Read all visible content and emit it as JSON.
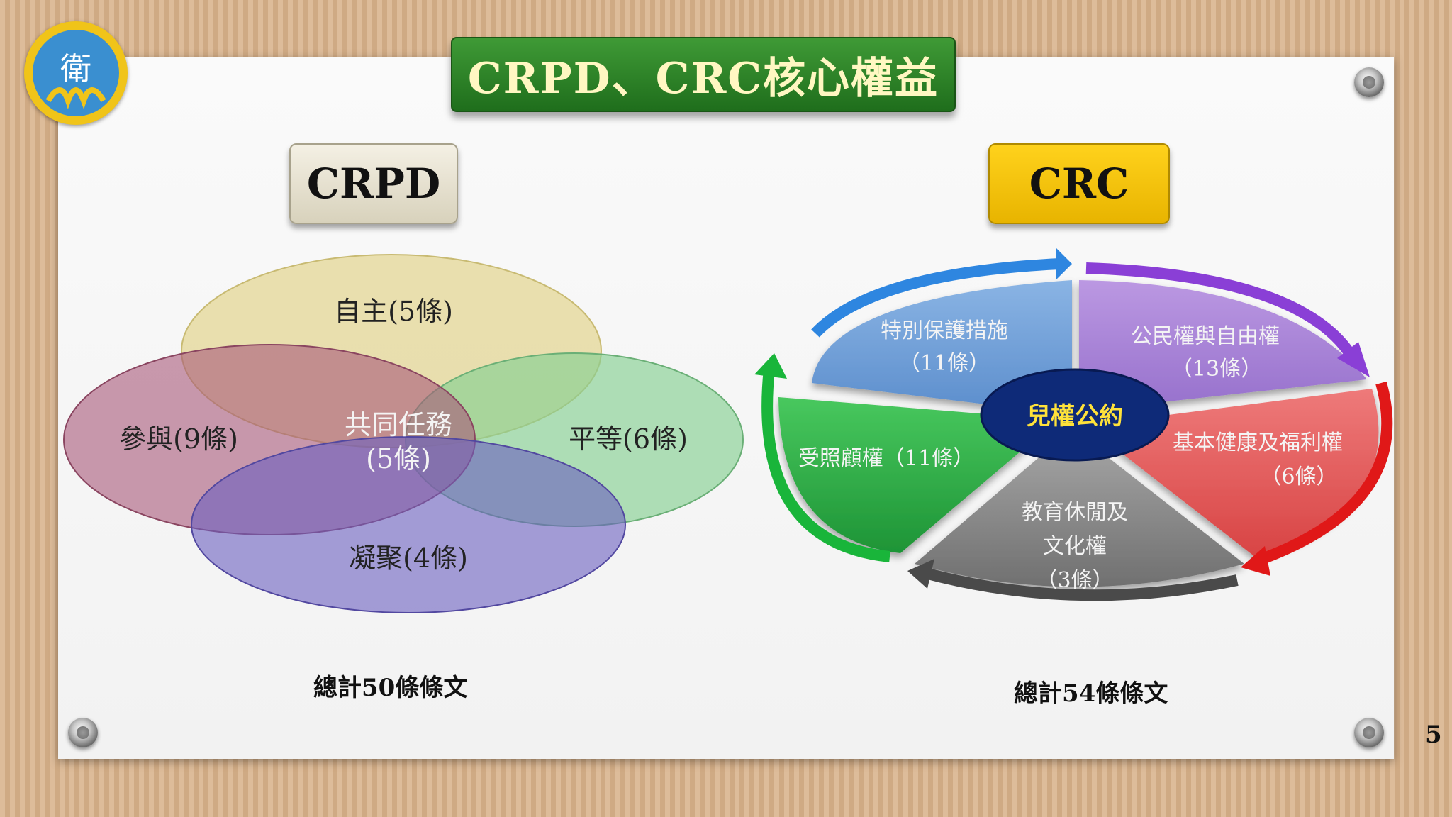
{
  "title": "CRPD、CRC核心權益",
  "crpd": {
    "label": "CRPD",
    "circles": [
      {
        "label": "自主(5條)",
        "color": "#e6d99a"
      },
      {
        "label": "參與(9條)",
        "color": "#b56a86"
      },
      {
        "label": "平等(6條)",
        "color": "#8fd49b"
      },
      {
        "label": "凝聚(4條)",
        "color": "#7f74c8"
      }
    ],
    "center_line1": "共同任務",
    "center_line2": "(5條)",
    "total": "總計50條條文"
  },
  "crc": {
    "label": "CRC",
    "center": "兒權公約",
    "segments": [
      {
        "line1": "特別保護措施",
        "line2": "（11條）",
        "color": "#6e9ed6"
      },
      {
        "line1": "公民權與自由權",
        "line2": "（13條）",
        "color": "#a57fd4"
      },
      {
        "line1": "基本健康及福利權",
        "line2": "（6條）",
        "color": "#e45a5a"
      },
      {
        "line1": "教育休閒及",
        "line2": "文化權",
        "line3": "（3條）",
        "color": "#8a8a8a"
      },
      {
        "line1": "受照顧權（11條）",
        "color": "#2fae45"
      }
    ],
    "total": "總計54條條文"
  },
  "page_number": "5"
}
